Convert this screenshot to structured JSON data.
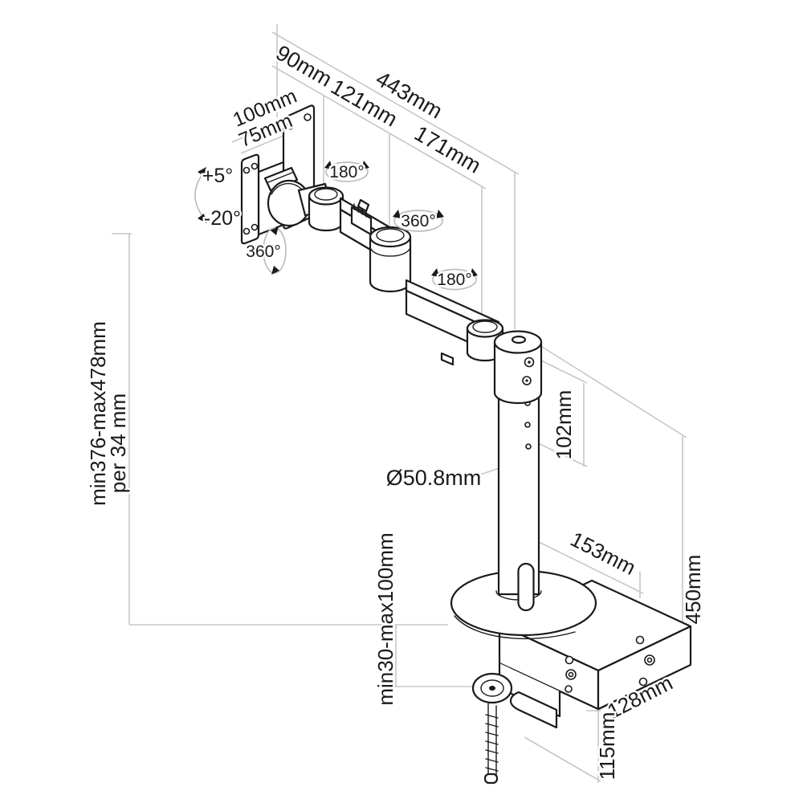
{
  "diagram": {
    "product": "Desk-mounted monitor arm technical line drawing",
    "colors": {
      "background": "#ffffff",
      "product_outline": "#1a1a1a",
      "dimension_lines": "#c7c7c7",
      "text": "#1a1a1a"
    },
    "dimensions": {
      "arm_segment_1": "90mm",
      "arm_segment_2": "121mm",
      "arm_segment_3": "171mm",
      "arm_total_length": "443mm",
      "vesa_plate_large": "100mm",
      "vesa_plate_small": "75mm",
      "height_range_line1": "min376-max478mm",
      "height_range_line2": "per 34 mm",
      "pole_hole_pitch": "102mm",
      "pole_diameter": "Ø50.8mm",
      "base_depth": "153mm",
      "clamp_opening": "min30-max100mm",
      "column_height": "450mm",
      "base_width": "128mm",
      "clamp_bracket_height": "115mm"
    },
    "angles": {
      "tilt_up": "+5°",
      "tilt_down": "-20°",
      "vesa_rotation": "360°",
      "elbow_swivel": "180°",
      "arm_rotation": "360°",
      "base_swivel": "180°"
    }
  }
}
